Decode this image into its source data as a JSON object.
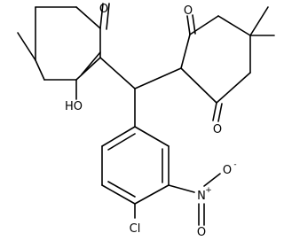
{
  "atoms": {
    "o_left_top": "O",
    "o_right_top": "O",
    "o_right_bottom": "O",
    "hydroxyl": "HO",
    "nitro_n": "N",
    "nitro_n_charge": "+",
    "nitro_o_upper": "O",
    "nitro_o_upper_charge": "-",
    "nitro_o_lower": "O",
    "chlorine": "Cl"
  },
  "colors": {
    "bond": "#000000",
    "label": "#000000",
    "background": "#ffffff"
  }
}
